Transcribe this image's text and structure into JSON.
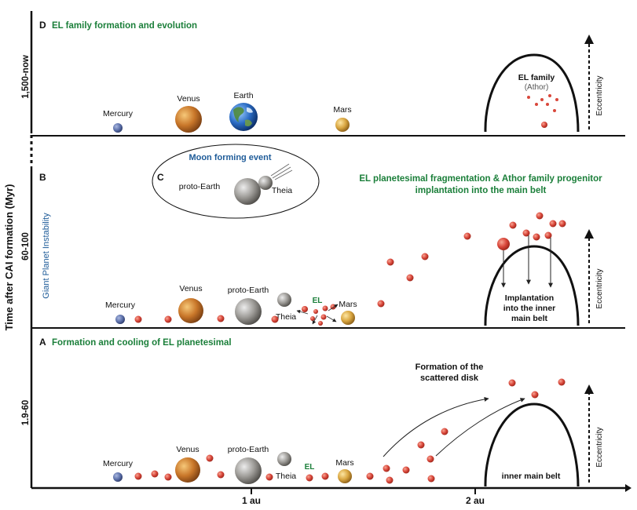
{
  "y_axis": {
    "label": "Time after CAI formation (Myr)",
    "ticks": [
      "1,500-now",
      "60-100",
      "1.9-60"
    ]
  },
  "x_axis": {
    "ticks": [
      "1 au",
      "2 au"
    ]
  },
  "panel_d": {
    "letter": "D",
    "title": "EL family formation and evolution",
    "labels": {
      "mercury": "Mercury",
      "venus": "Venus",
      "earth": "Earth",
      "mars": "Mars"
    },
    "family_label": "EL family",
    "family_sub": "(Athor)",
    "eccentricity": "Eccentricity"
  },
  "panel_b": {
    "letter": "B",
    "side_label": "Giant Planet Instability",
    "title_line1": "EL planetesimal fragmentation & Athor family progenitor",
    "title_line2": "implantation into the main belt",
    "labels": {
      "mercury": "Mercury",
      "venus": "Venus",
      "proto_earth": "proto-Earth",
      "theia": "Theia",
      "el": "EL",
      "mars": "Mars"
    },
    "implant_line1": "Implantation",
    "implant_line2": "into the inner",
    "implant_line3": "main belt",
    "eccentricity": "Eccentricity"
  },
  "panel_c": {
    "letter": "C",
    "title": "Moon forming event",
    "proto_earth": "proto-Earth",
    "theia": "Theia"
  },
  "panel_a": {
    "letter": "A",
    "title": "Formation and cooling of EL planetesimal",
    "scatter_line1": "Formation of the",
    "scatter_line2": "scattered disk",
    "labels": {
      "mercury": "Mercury",
      "venus": "Venus",
      "proto_earth": "proto-Earth",
      "theia": "Theia",
      "el": "EL",
      "mars": "Mars"
    },
    "inner_belt": "inner main belt",
    "eccentricity": "Eccentricity"
  },
  "colors": {
    "planetesimal": "#d9473b",
    "el_text": "#1b7f3a",
    "title_green": "#1b7f3a",
    "instability_blue": "#1f5c99"
  }
}
